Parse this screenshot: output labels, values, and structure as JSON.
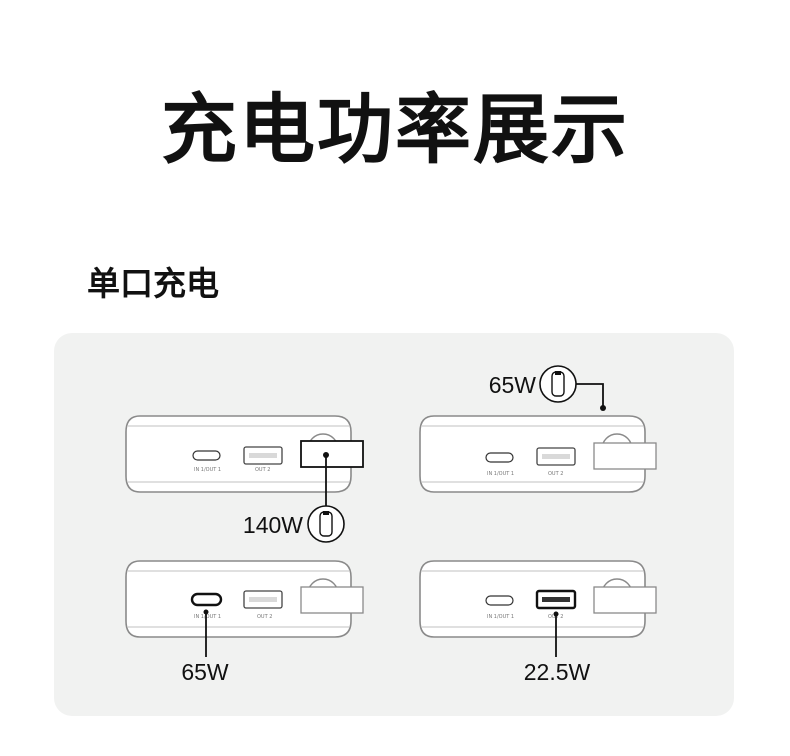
{
  "page": {
    "title": "充电功率展示",
    "section_heading": "单口充电"
  },
  "ports": {
    "port1": "IN 1/OUT 1",
    "port2": "OUT 2"
  },
  "scenarios": [
    {
      "id": "dc-port",
      "wattage": "140W",
      "active_port": "dc-input",
      "connector": "usb-c-icon"
    },
    {
      "id": "usb-c-on-top",
      "wattage": "65W",
      "active_port": "usb-c-top",
      "connector": "usb-c-icon"
    },
    {
      "id": "usb-c-port",
      "wattage": "65W",
      "active_port": "usb-c-in1-out1"
    },
    {
      "id": "usb-a-port",
      "wattage": "22.5W",
      "active_port": "usb-a-out2"
    }
  ],
  "colors": {
    "panel_background": "#f1f2f1",
    "device_outline": "#8a8a8a",
    "active_port": "#111111"
  }
}
